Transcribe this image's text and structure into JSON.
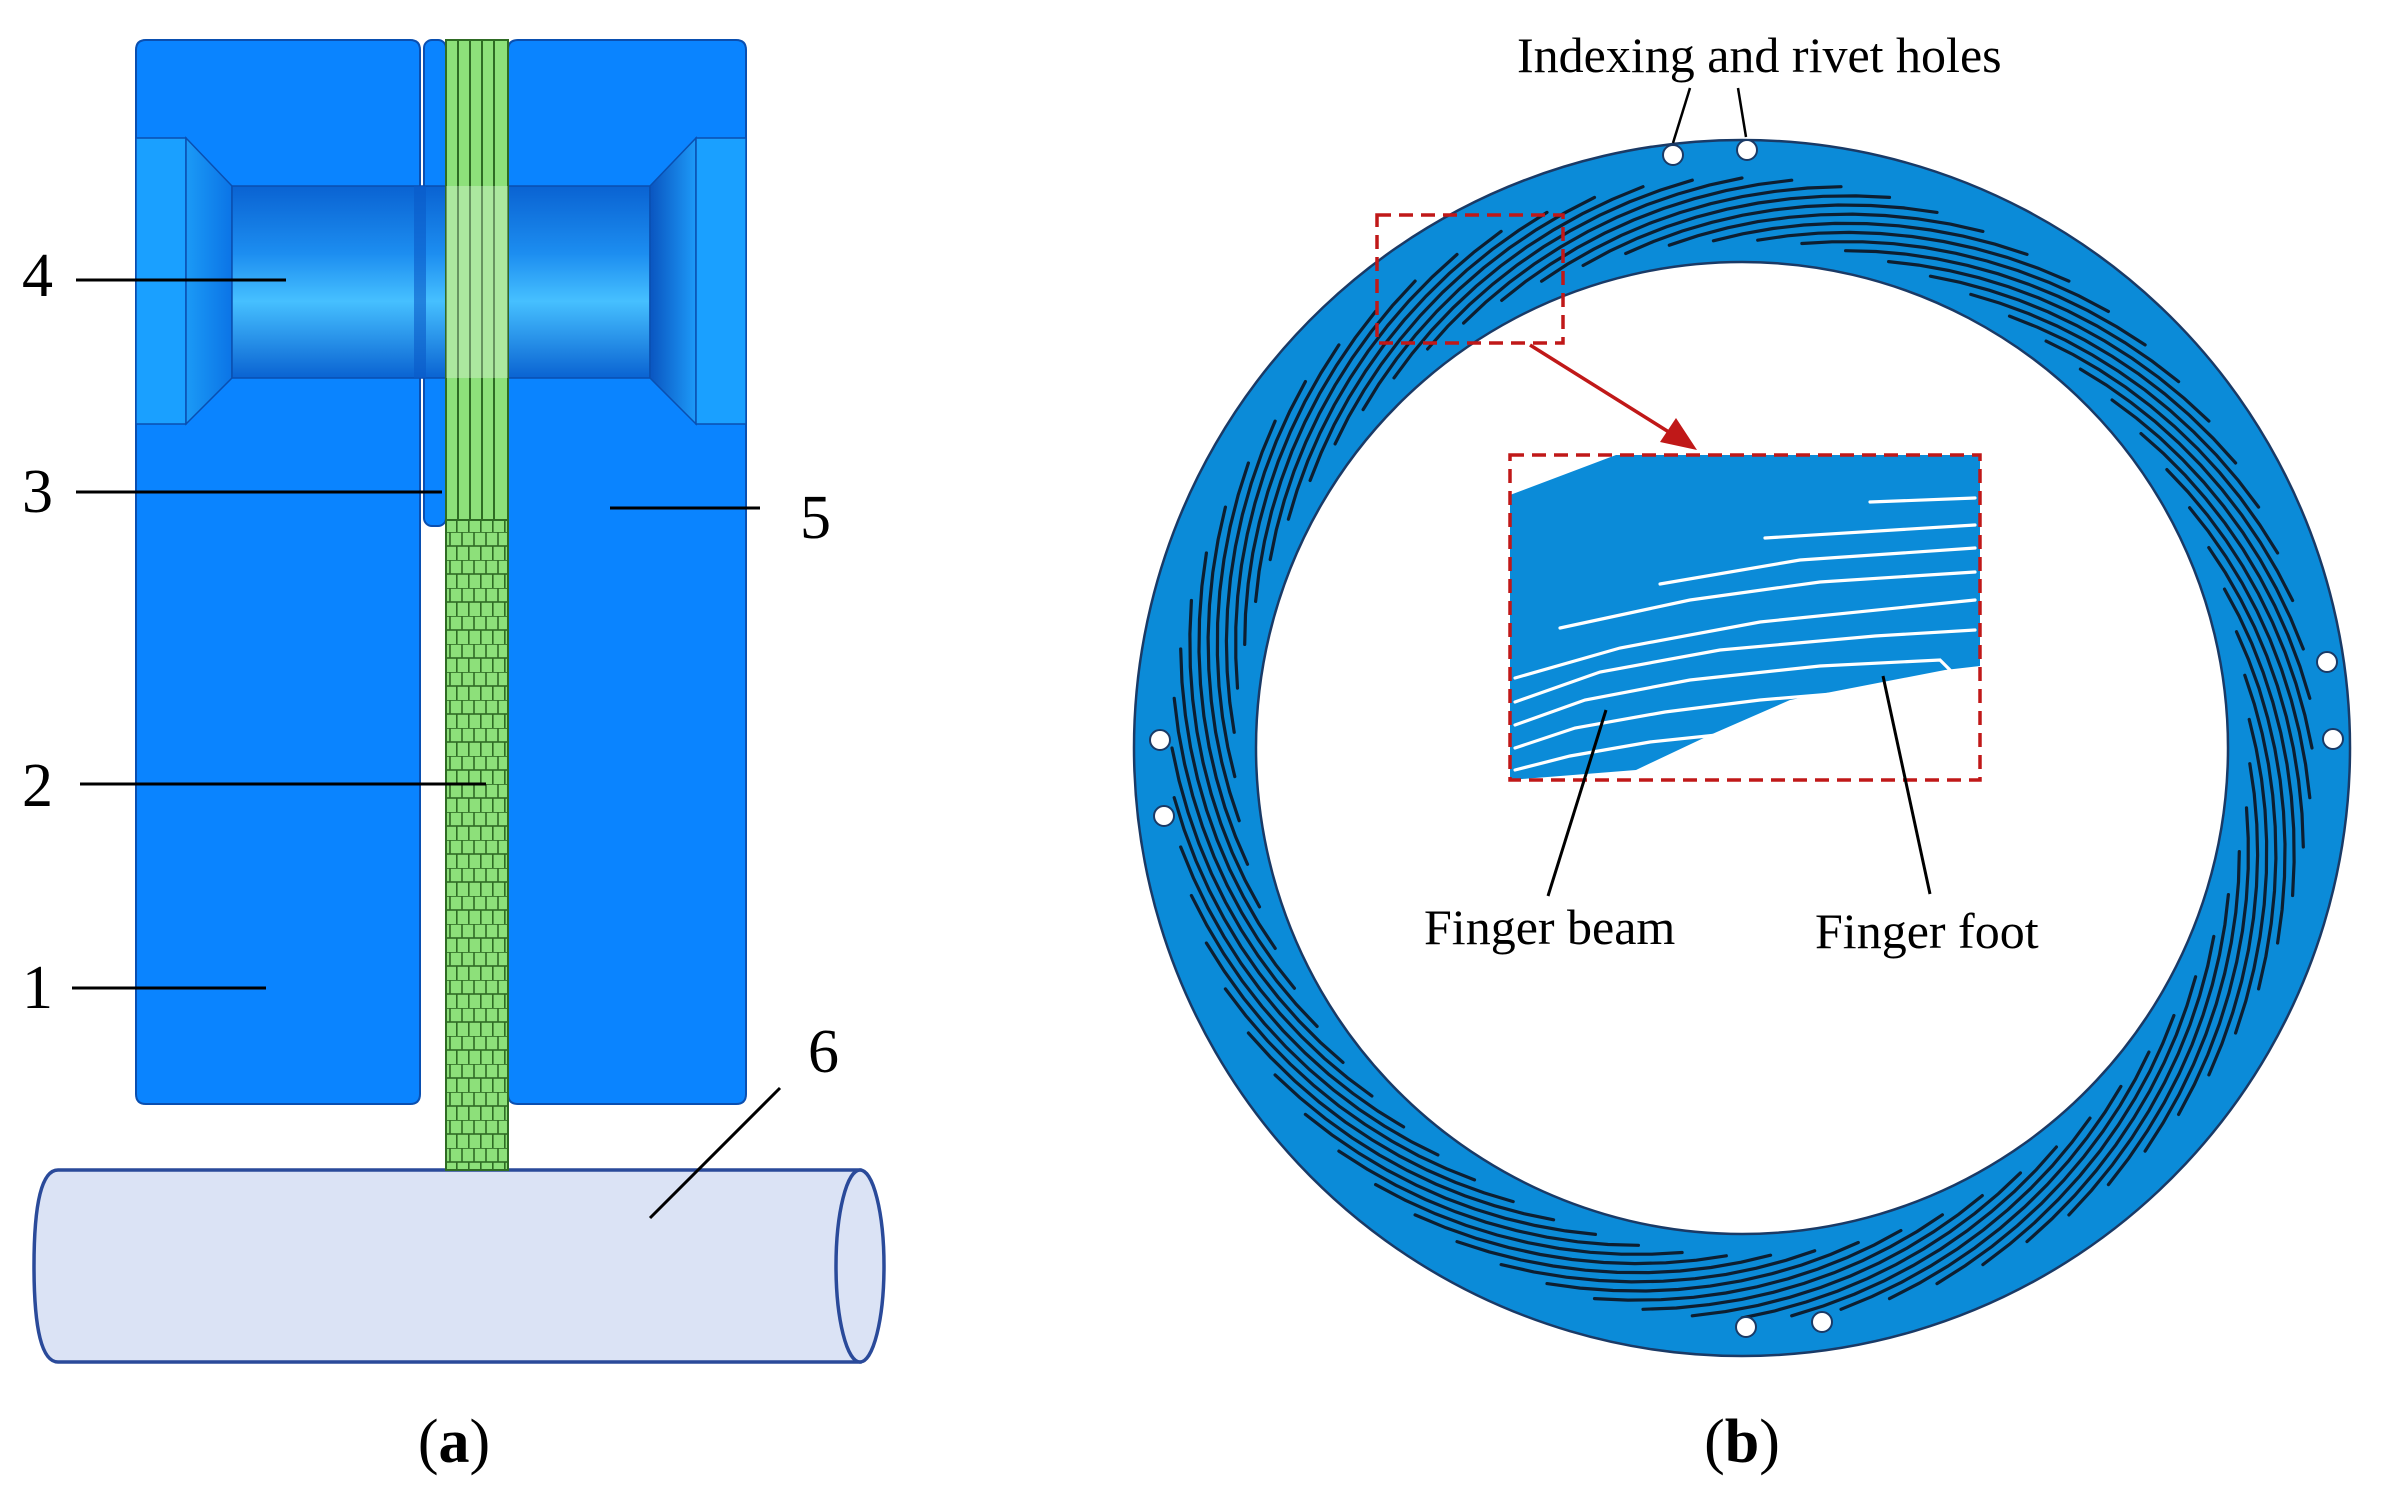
{
  "panel_a": {
    "labels": {
      "n1": "1",
      "n2": "2",
      "n3": "3",
      "n4": "4",
      "n5": "5",
      "n6": "6"
    },
    "caption": {
      "open": "(",
      "letter": "a",
      "close": ")"
    }
  },
  "panel_b": {
    "annotations": {
      "holes": "Indexing and rivet holes",
      "beam": "Finger beam",
      "foot": "Finger foot"
    },
    "caption": {
      "open": "(",
      "letter": "b",
      "close": ")"
    }
  },
  "colors": {
    "housing_blue": "#0a84ff",
    "shaft_blue": "#0f6fdc",
    "shaft_highlight": "#3fb6ff",
    "seal_green": "#8de07a",
    "rotor_fill": "#dbe3f5",
    "rotor_stroke": "#2a4a9a",
    "ring_blue": "#0b8bd8",
    "callout_red": "#c01818"
  }
}
